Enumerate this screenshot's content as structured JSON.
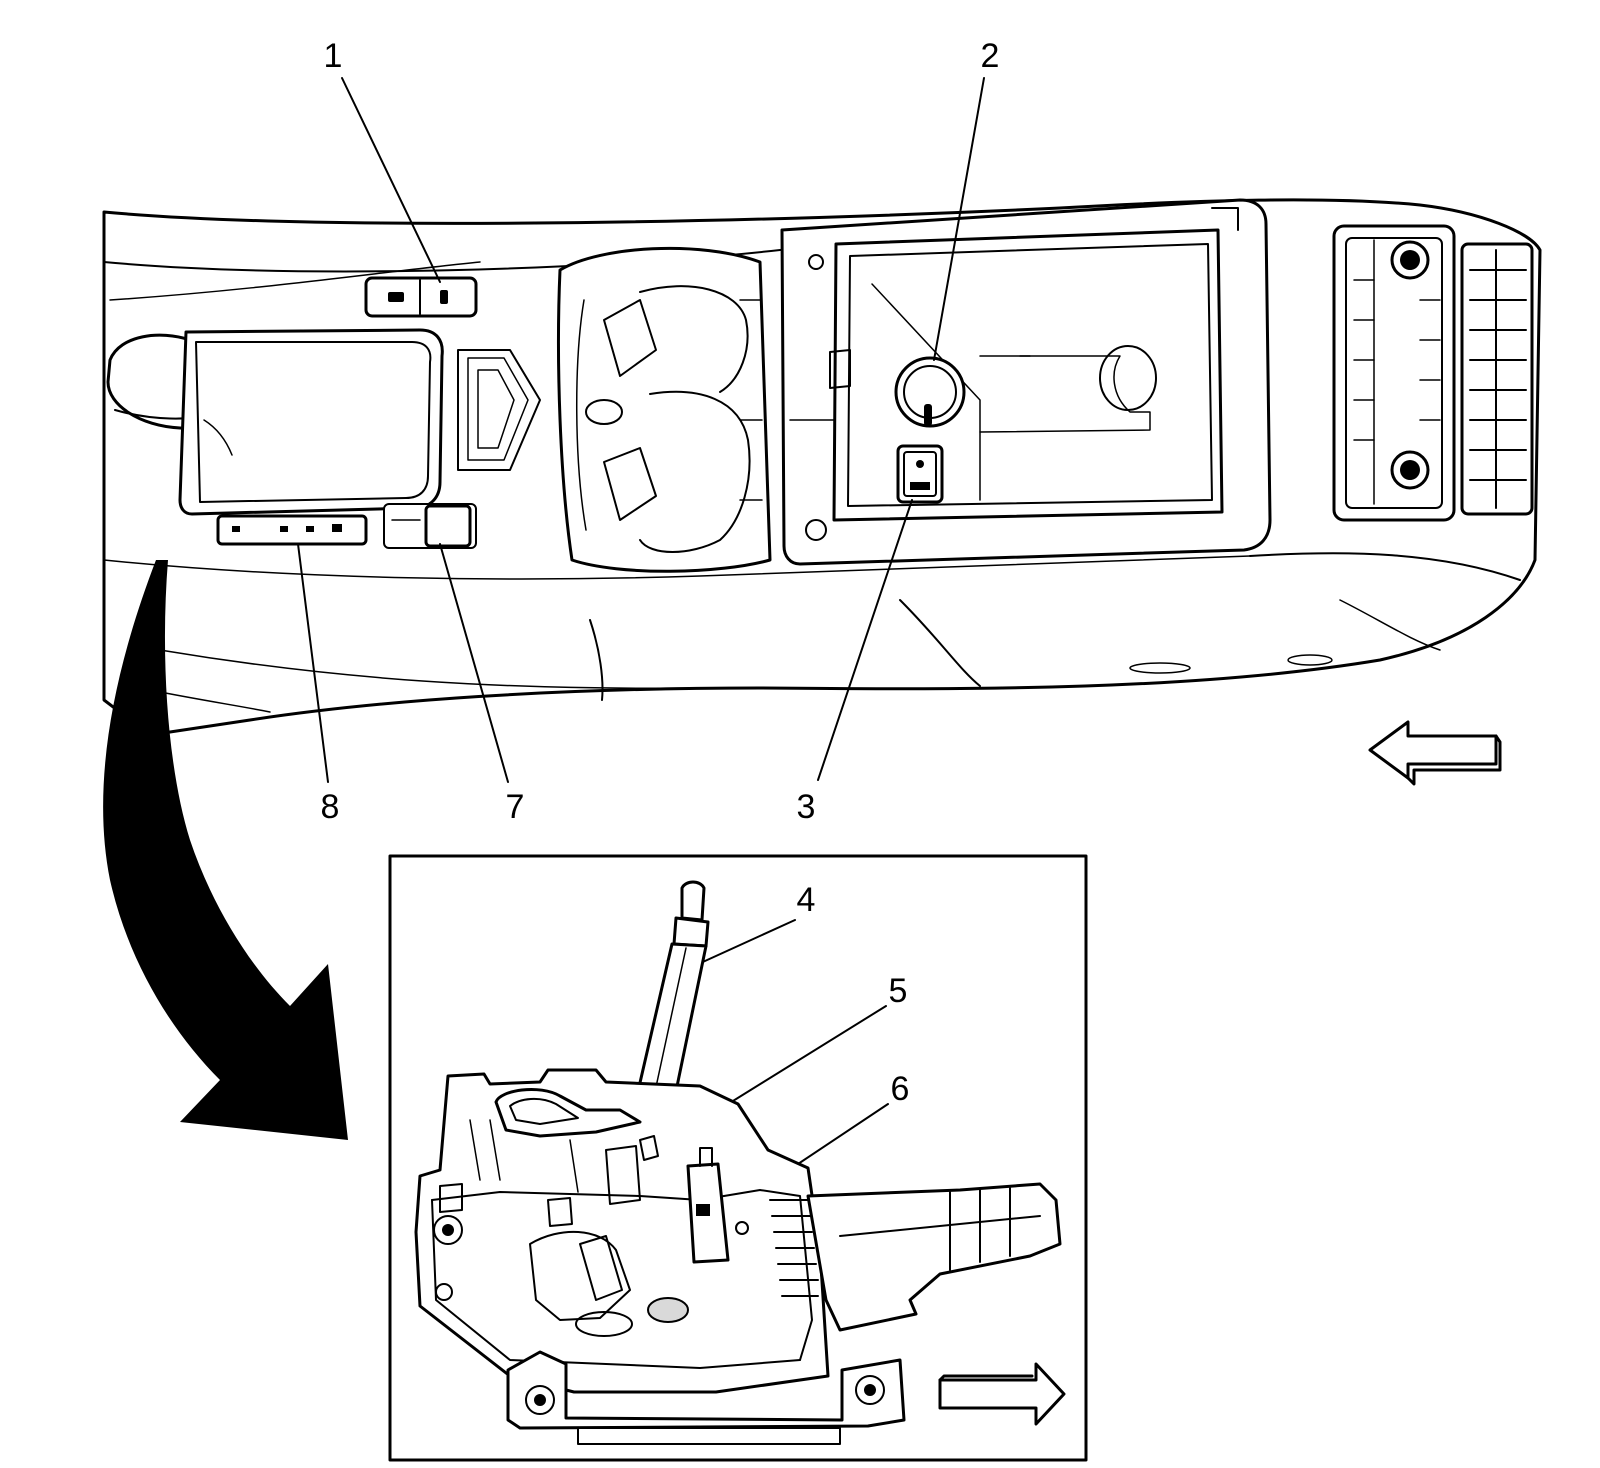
{
  "figure": {
    "callouts": {
      "c1": "1",
      "c2": "2",
      "c3": "3",
      "c4": "4",
      "c5": "5",
      "c6": "6",
      "c7": "7",
      "c8": "8"
    },
    "icons": {
      "left_arrow": "forward-direction-arrow-icon",
      "right_arrow": "forward-direction-arrow-icon",
      "curved_arrow": "detail-view-arrow-icon"
    },
    "colors": {
      "line": "#000000",
      "background": "#ffffff"
    }
  }
}
